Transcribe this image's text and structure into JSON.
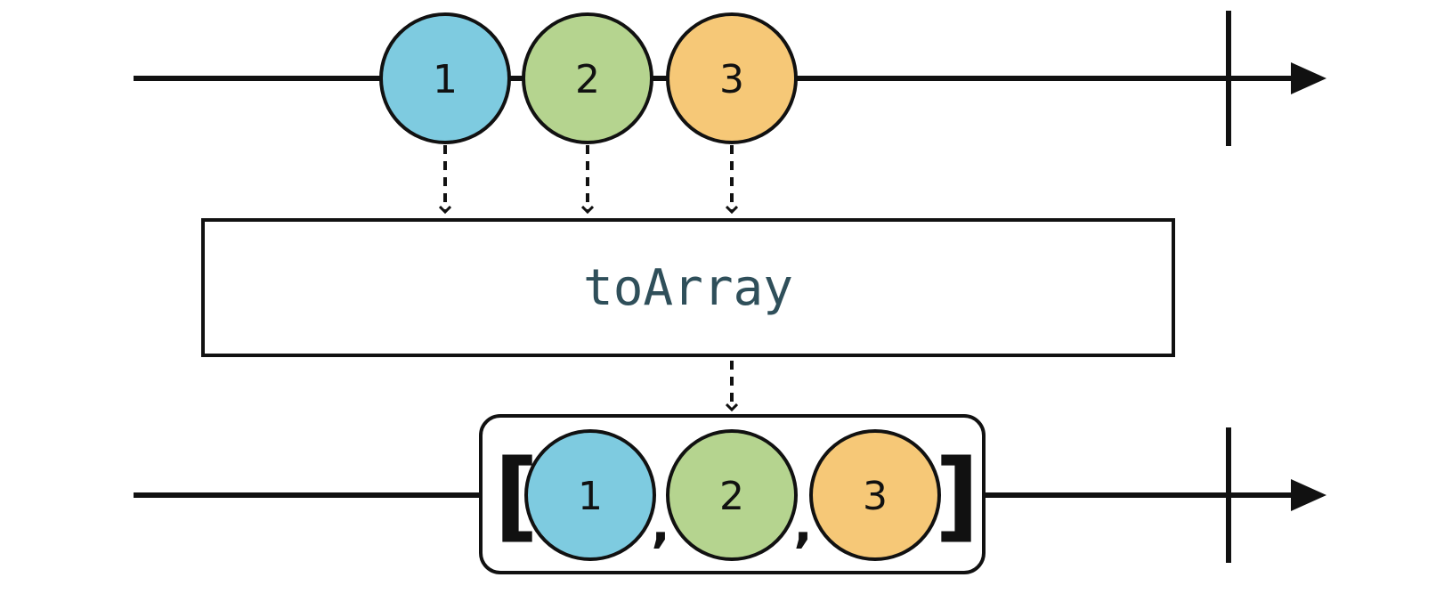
{
  "operator": {
    "label": "toArray"
  },
  "colors": {
    "marble_1": "#7ecbe0",
    "marble_2": "#b5d48f",
    "marble_3": "#f6c877",
    "stroke": "#111111"
  },
  "source_marbles": [
    {
      "label": "1",
      "color": "#7ecbe0"
    },
    {
      "label": "2",
      "color": "#b5d48f"
    },
    {
      "label": "3",
      "color": "#f6c877"
    }
  ],
  "output_array": {
    "open_bracket": "[",
    "close_bracket": "]",
    "separator": ",",
    "items": [
      {
        "label": "1",
        "color": "#7ecbe0"
      },
      {
        "label": "2",
        "color": "#b5d48f"
      },
      {
        "label": "3",
        "color": "#f6c877"
      }
    ]
  }
}
